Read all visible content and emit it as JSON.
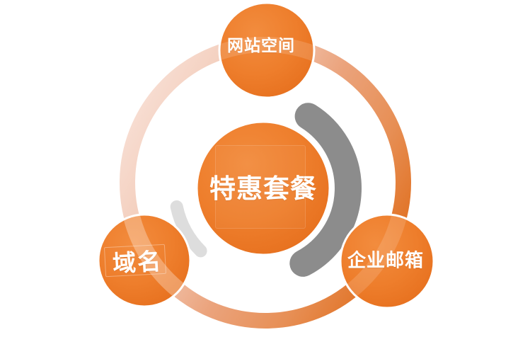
{
  "diagram": {
    "type": "hub-and-spoke package diagram",
    "center_node": {
      "id": "special-package",
      "label": "特惠套餐"
    },
    "nodes": [
      {
        "id": "website-space",
        "label": "网站空间",
        "position": "top"
      },
      {
        "id": "domain-name",
        "label": "域名",
        "position": "bottom-left"
      },
      {
        "id": "enterprise-email",
        "label": "企业邮箱",
        "position": "bottom-right"
      }
    ],
    "colors": {
      "node_fill": "#ED7C2B",
      "node_fill_light": "#F28C3E",
      "node_fill_dark": "#E66F1D",
      "node_border": "#FFFFFF",
      "ring_light": "#F8E0D6",
      "ring_salmon": "#EBA37C",
      "ring_dark": "#E06F1F",
      "swoosh_gray": "#8C8C8C",
      "label_color": "#FFFFFF",
      "background": "#FFFFFF"
    }
  }
}
